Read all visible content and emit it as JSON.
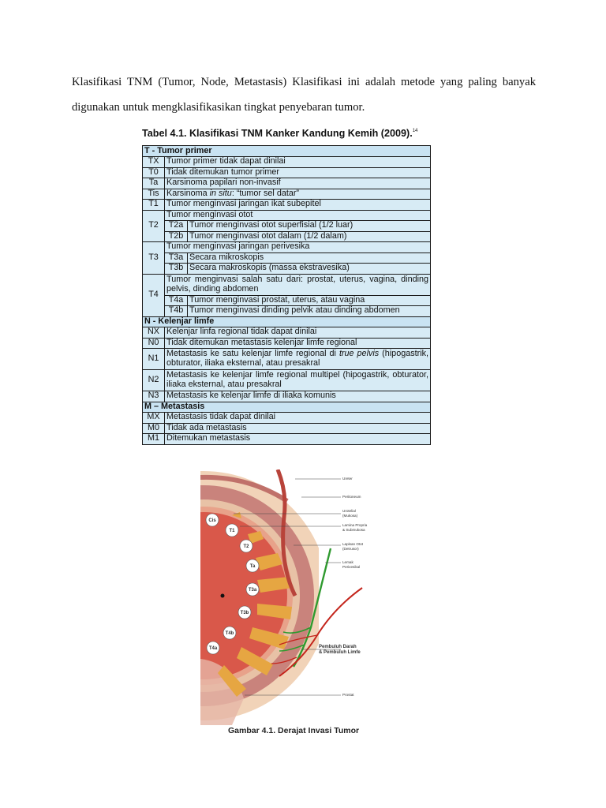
{
  "paragraph": {
    "line1": "Klasifikasi TNM (Tumor, Node, Metastasis) Klasifikasi ini adalah metode yang paling banyak",
    "line2": "digunakan untuk mengklasifikasikan tingkat penyebaran tumor."
  },
  "table": {
    "title": "Tabel 4.1. Klasifikasi TNM Kanker Kandung Kemih (2009).",
    "title_ref": "14",
    "t_header": "T - Tumor primer",
    "TX": {
      "code": "TX",
      "desc": "Tumor primer tidak dapat dinilai"
    },
    "T0": {
      "code": "T0",
      "desc": "Tidak ditemukan tumor primer"
    },
    "Ta": {
      "code": "Ta",
      "desc": "Karsinoma papilari non-invasif"
    },
    "Tis": {
      "code": "Tis",
      "desc_a": "Karsinoma ",
      "desc_b": "in situ",
      "desc_c": ": “tumor sel datar”"
    },
    "T1": {
      "code": "T1",
      "desc": "Tumor menginvasi jaringan ikat subepitel"
    },
    "T2": {
      "code": "T2",
      "desc": "Tumor menginvasi otot",
      "a_code": "T2a",
      "a_desc": "Tumor menginvasi otot superfisial (1/2 luar)",
      "b_code": "T2b",
      "b_desc": "Tumor menginvasi otot dalam (1/2 dalam)"
    },
    "T3": {
      "code": "T3",
      "desc": "Tumor menginvasi jaringan perivesika",
      "a_code": "T3a",
      "a_desc": "Secara mikroskopis",
      "b_code": "T3b",
      "b_desc": "Secara makroskopis (massa ekstravesika)"
    },
    "T4": {
      "code": "T4",
      "desc": "Tumor menginvasi salah satu dari: prostat, uterus, vagina, dinding pelvis, dinding abdomen",
      "a_code": "T4a",
      "a_desc": "Tumor menginvasi prostat, uterus, atau vagina",
      "b_code": "T4b",
      "b_desc": "Tumor menginvasi dinding pelvik atau dinding abdomen"
    },
    "n_header": "N - Kelenjar limfe",
    "NX": {
      "code": "NX",
      "desc": "Kelenjar linfa regional tidak dapat dinilai"
    },
    "N0": {
      "code": "N0",
      "desc": "Tidak ditemukan metastasis kelenjar limfe regional"
    },
    "N1": {
      "code": "N1",
      "desc_a": "Metastasis ke satu kelenjar limfe regional di ",
      "desc_b": "true pelvis",
      "desc_c": " (hipogastrik, obturator, iliaka eksternal, atau presakral"
    },
    "N2": {
      "code": "N2",
      "desc": "Metastasis ke kelenjar limfe regional multipel (hipogastrik, obturator, iliaka eksternal, atau presakral"
    },
    "N3": {
      "code": "N3",
      "desc": "Metastasis ke kelenjar limfe di iliaka komunis"
    },
    "m_header": "M – Metastasis",
    "MX": {
      "code": "MX",
      "desc": "Metastasis tidak dapat dinilai"
    },
    "M0": {
      "code": "M0",
      "desc": "Tidak ada metastasis"
    },
    "M1": {
      "code": "M1",
      "desc": "Ditemukan metastasis"
    }
  },
  "figure": {
    "labels": {
      "ureter": "Ureter",
      "peritoneum": "Peritoneum",
      "urotelial_1": "Urotelial",
      "urotelial_2": "(Mukosa)",
      "lamina_1": "Lamina Propria",
      "lamina_2": "& Submukosa",
      "otot_1": "Lapisan Otot",
      "otot_2": "(Detrusor)",
      "lemak_1": "Lemak",
      "lemak_2": "Perivesikal",
      "pembuluh_1": "Pembuluh Darah",
      "pembuluh_2": "& Pembuluh Limfe",
      "prostat": "Prostat"
    },
    "stages": {
      "cis": "Cis",
      "t1": "T1",
      "t2": "T2",
      "ta": "Ta",
      "t3a": "T3a",
      "t3b": "T3b",
      "t4b": "T4b",
      "t4a": "T4a"
    },
    "caption": "Gambar 4.1. Derajat Invasi Tumor",
    "colors": {
      "lumen": "#d9584a",
      "mucosa": "#e8a28a",
      "muscle": "#c9837c",
      "fat": "#f1d3b8",
      "tumor": "#e6a642",
      "lymph": "#2f9a2f",
      "vessel": "#c4251c"
    }
  }
}
